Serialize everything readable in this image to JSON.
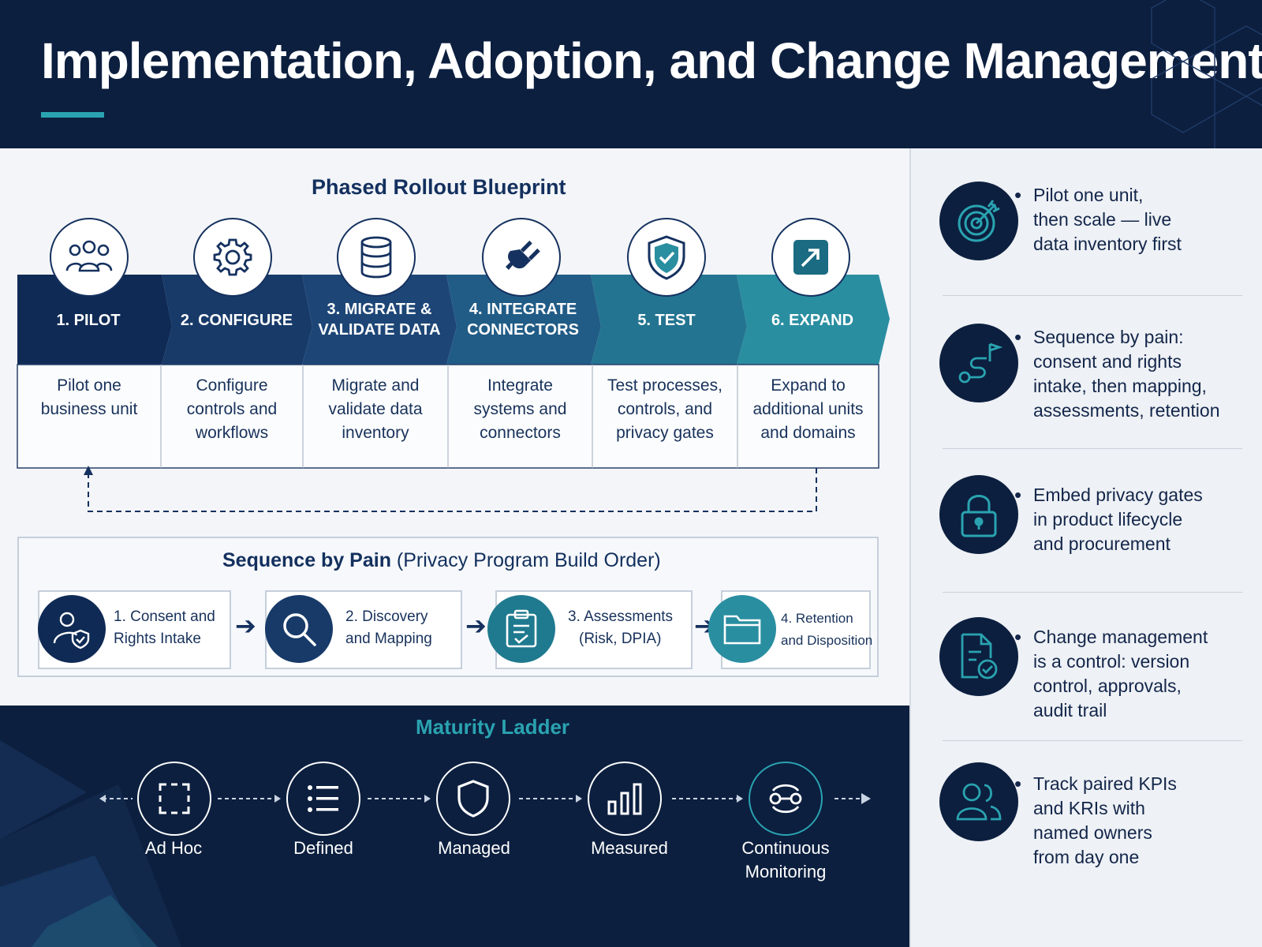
{
  "title": "Implementation, Adoption, and Change Management",
  "colors": {
    "navy": "#0c1f3f",
    "mid_blue": "#1d4677",
    "teal": "#2a8ea1",
    "accent": "#2aa3b0"
  },
  "rollout": {
    "title": "Phased Rollout Blueprint",
    "phases": [
      {
        "label_1": "1. PILOT",
        "label_2": "",
        "icon": "people-group-icon",
        "desc_1": "Pilot one",
        "desc_2": "business unit",
        "desc_3": ""
      },
      {
        "label_1": "2. CONFIGURE",
        "label_2": "",
        "icon": "gear-icon",
        "desc_1": "Configure",
        "desc_2": "controls and",
        "desc_3": "workflows"
      },
      {
        "label_1": "3. MIGRATE &",
        "label_2": "VALIDATE DATA",
        "icon": "database-icon",
        "desc_1": "Migrate and",
        "desc_2": "validate data",
        "desc_3": "inventory"
      },
      {
        "label_1": "4. INTEGRATE",
        "label_2": "CONNECTORS",
        "icon": "plug-icon",
        "desc_1": "Integrate",
        "desc_2": "systems and",
        "desc_3": "connectors"
      },
      {
        "label_1": "5. TEST",
        "label_2": "",
        "icon": "shield-check-icon",
        "desc_1": "Test processes,",
        "desc_2": "controls, and",
        "desc_3": "privacy gates"
      },
      {
        "label_1": "6. EXPAND",
        "label_2": "",
        "icon": "expand-arrow-icon",
        "desc_1": "Expand to",
        "desc_2": "additional units",
        "desc_3": "and domains"
      }
    ]
  },
  "sequence": {
    "title_bold": "Sequence by Pain",
    "title_rest": "(Privacy Program Build Order)",
    "items": [
      {
        "line_1": "1. Consent and",
        "line_2": "Rights Intake",
        "icon": "user-shield-icon"
      },
      {
        "line_1": "2. Discovery",
        "line_2": "and Mapping",
        "icon": "magnifier-icon"
      },
      {
        "line_1": "3. Assessments",
        "line_2": "(Risk, DPIA)",
        "icon": "clipboard-check-icon"
      },
      {
        "line_1": "4. Retention",
        "line_2": "and Disposition",
        "icon": "folder-icon"
      }
    ]
  },
  "maturity": {
    "title": "Maturity Ladder",
    "levels": [
      {
        "line_1": "Ad Hoc",
        "line_2": "",
        "icon": "dashed-square-icon"
      },
      {
        "line_1": "Defined",
        "line_2": "",
        "icon": "list-icon"
      },
      {
        "line_1": "Managed",
        "line_2": "",
        "icon": "shield-icon"
      },
      {
        "line_1": "Measured",
        "line_2": "",
        "icon": "bar-chart-icon"
      },
      {
        "line_1": "Continuous",
        "line_2": "Monitoring",
        "icon": "monitor-loop-icon"
      }
    ]
  },
  "principles": [
    {
      "lines": [
        "Pilot one unit,",
        "then scale — live",
        "data inventory first"
      ],
      "icon": "target-icon"
    },
    {
      "lines": [
        "Sequence by pain:",
        "consent and rights",
        "intake, then mapping,",
        "assessments, retention"
      ],
      "icon": "route-flag-icon"
    },
    {
      "lines": [
        "Embed privacy gates",
        "in product lifecycle",
        "and procurement"
      ],
      "icon": "padlock-icon"
    },
    {
      "lines": [
        "Change management",
        "is a control: version",
        "control, approvals,",
        "audit trail"
      ],
      "icon": "document-check-icon"
    },
    {
      "lines": [
        "Track paired KPIs",
        "and KRIs with",
        "named owners",
        "from day one"
      ],
      "icon": "users-icon"
    }
  ]
}
